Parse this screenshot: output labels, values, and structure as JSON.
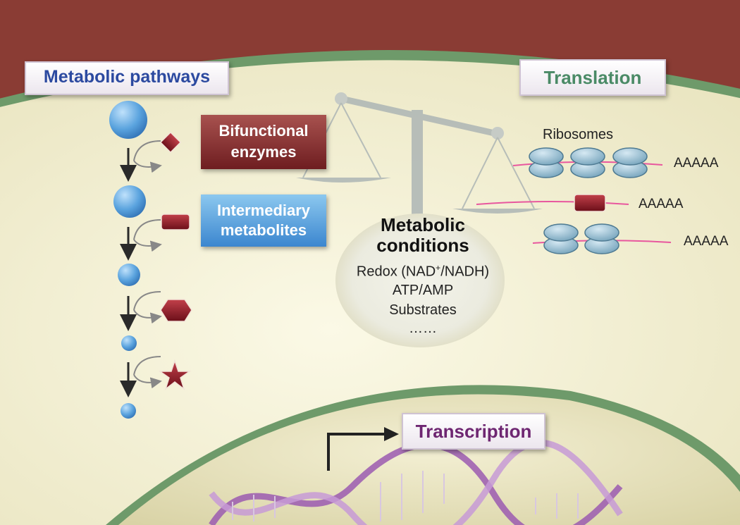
{
  "metabolic_title": "Metabolic pathways",
  "translation_title": "Translation",
  "transcription_title": "Transcription",
  "bifunctional": {
    "line1": "Bifunctional",
    "line2": "enzymes"
  },
  "intermediary": {
    "line1": "Intermediary",
    "line2": "metabolites"
  },
  "conditions": {
    "heading_line1": "Metabolic",
    "heading_line2": "conditions",
    "redox_prefix": "Redox (NAD",
    "redox_sup": "+",
    "redox_suffix": "/NADH)",
    "atp": "ATP/AMP",
    "substrates": "Substrates",
    "ellipsis": "……"
  },
  "ribosomes_label": "Ribosomes",
  "polya_tails": [
    "AAAAA",
    "AAAAA",
    "AAAAA"
  ],
  "colors": {
    "cell_exterior": "#8a3c34",
    "cytoplasm": "#f5f2d8",
    "membrane": "#6e9a6a",
    "nucleus": "#ebe6c4",
    "metabolite_blue": "#5aa3de",
    "metabolite_red": "#8c1c26",
    "mrna_pink": "#e8579e",
    "dna_purple": "#9b5bb0"
  }
}
